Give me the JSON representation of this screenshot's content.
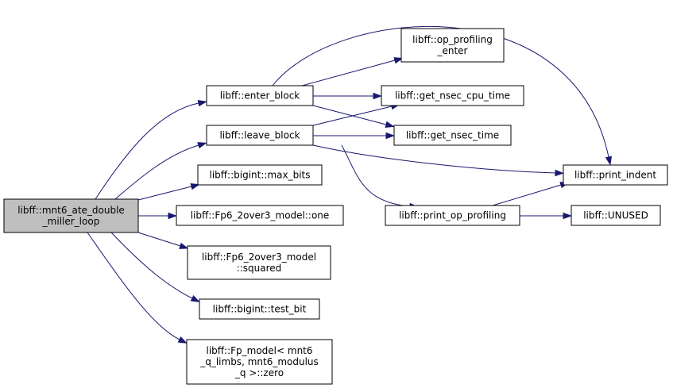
{
  "graph": {
    "edge_color": "#191970",
    "root_fill": "#bfbfbf",
    "nodes": {
      "root": [
        "libff::mnt6_ate_double",
        "_miller_loop"
      ],
      "enter_block": [
        "libff::enter_block"
      ],
      "leave_block": [
        "libff::leave_block"
      ],
      "max_bits": [
        "libff::bigint::max_bits"
      ],
      "fp6_one": [
        "libff::Fp6_2over3_model::one"
      ],
      "fp6_squared": [
        "libff::Fp6_2over3_model",
        "::squared"
      ],
      "test_bit": [
        "libff::bigint::test_bit"
      ],
      "fp_zero": [
        "libff::Fp_model< mnt6",
        "_q_limbs, mnt6_modulus",
        "_q >::zero"
      ],
      "op_profiling_enter": [
        "libff::op_profiling",
        "_enter"
      ],
      "get_nsec_cpu_time": [
        "libff::get_nsec_cpu_time"
      ],
      "get_nsec_time": [
        "libff::get_nsec_time"
      ],
      "print_op_profiling": [
        "libff::print_op_profiling"
      ],
      "print_indent": [
        "libff::print_indent"
      ],
      "unused": [
        "libff::UNUSED"
      ]
    },
    "edges": [
      [
        "root",
        "enter_block"
      ],
      [
        "root",
        "leave_block"
      ],
      [
        "root",
        "max_bits"
      ],
      [
        "root",
        "fp6_one"
      ],
      [
        "root",
        "fp6_squared"
      ],
      [
        "root",
        "test_bit"
      ],
      [
        "root",
        "fp_zero"
      ],
      [
        "enter_block",
        "op_profiling_enter"
      ],
      [
        "enter_block",
        "get_nsec_cpu_time"
      ],
      [
        "enter_block",
        "get_nsec_time"
      ],
      [
        "enter_block",
        "print_indent"
      ],
      [
        "leave_block",
        "get_nsec_cpu_time"
      ],
      [
        "leave_block",
        "get_nsec_time"
      ],
      [
        "leave_block",
        "print_op_profiling"
      ],
      [
        "leave_block",
        "print_indent"
      ],
      [
        "print_op_profiling",
        "print_indent"
      ],
      [
        "print_op_profiling",
        "unused"
      ]
    ]
  }
}
